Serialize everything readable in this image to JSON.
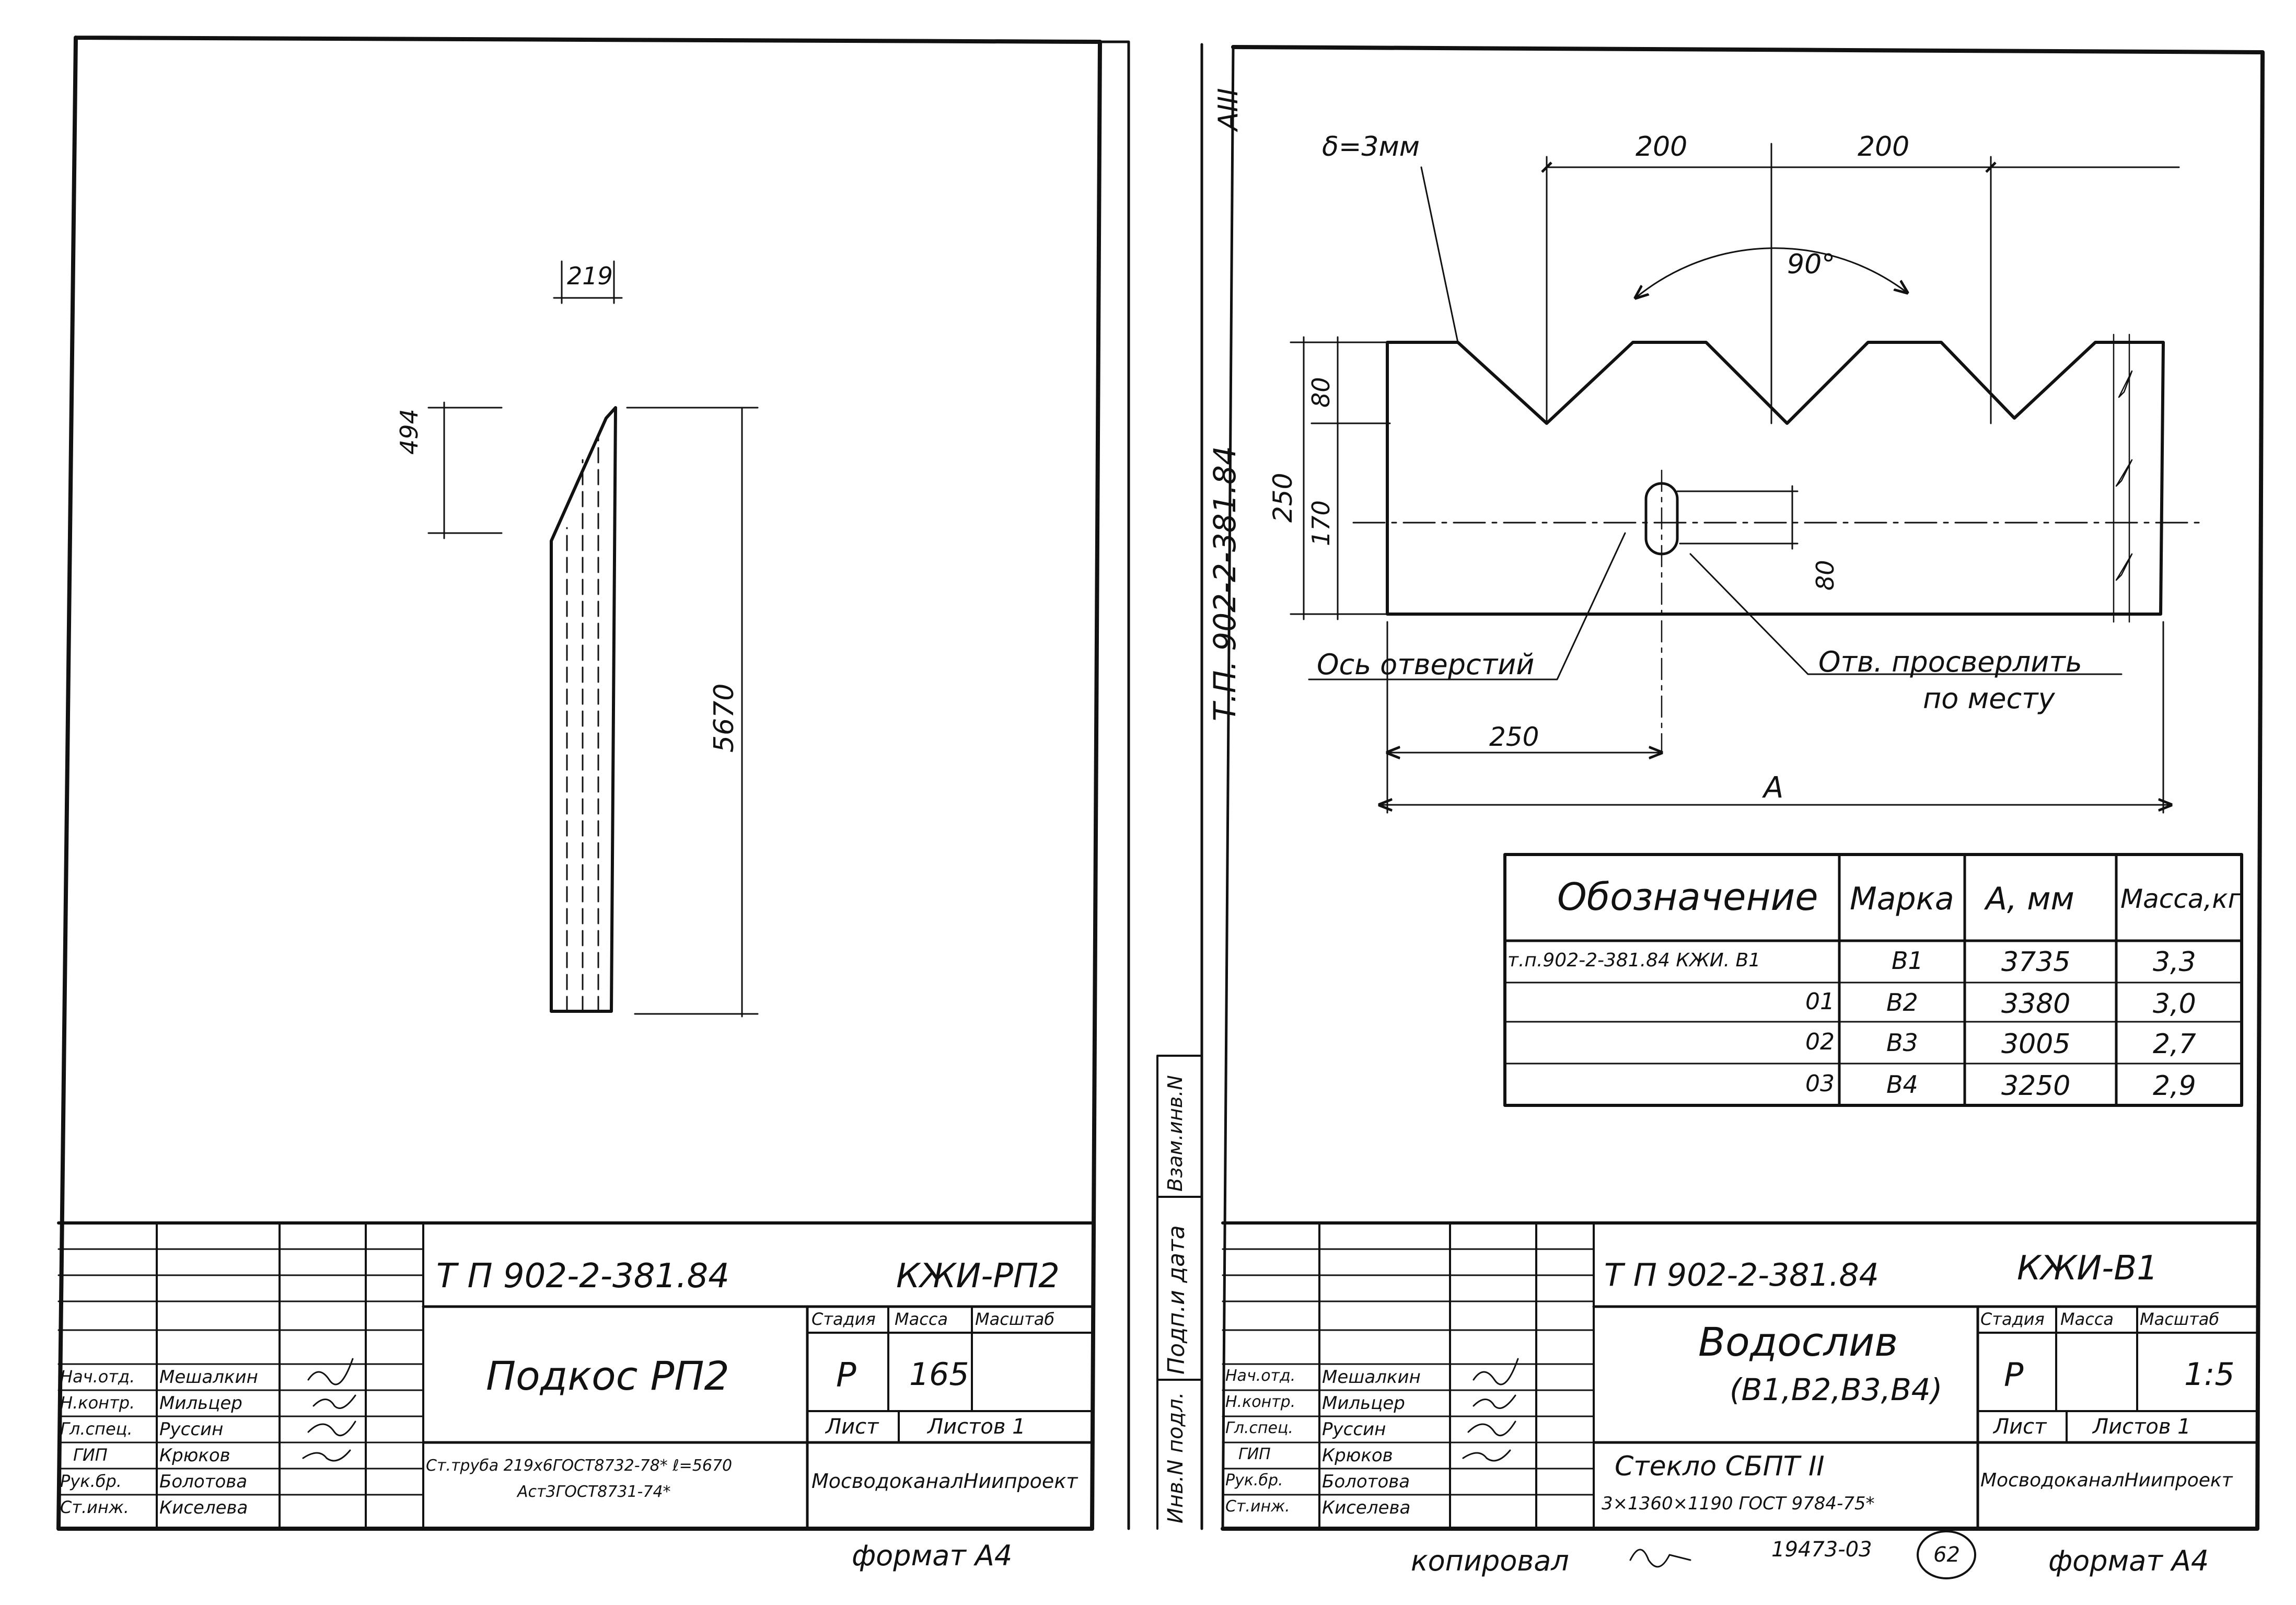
{
  "left_sheet": {
    "part_drawing": {
      "dim_diameter": "219",
      "dim_cut_height": "494",
      "dim_length": "5670"
    },
    "title_block": {
      "doc_code": "Т П 902-2-381.84",
      "mark": "КЖИ-РП2",
      "name": "Подкос РП2",
      "stage_label": "Стадия",
      "mass_label": "Масса",
      "scale_label": "Масштаб",
      "stage": "Р",
      "mass": "165",
      "scale": "",
      "sheet_label": "Лист",
      "sheets_label": "Листов 1",
      "material_line1": "Ст.труба 219х6ГОСТ8732-78* ℓ=5670",
      "material_line2": "Аст3ГОСТ8731-74*",
      "org": "МосводоканалНиипроект",
      "roles": [
        {
          "role": "Нач.отд.",
          "name": "Мешалкин"
        },
        {
          "role": "Н.контр.",
          "name": "Мильцер"
        },
        {
          "role": "Гл.спец.",
          "name": "Руссин"
        },
        {
          "role": "ГИП",
          "name": "Крюков"
        },
        {
          "role": "Рук.бр.",
          "name": "Болотова"
        },
        {
          "role": "Ст.инж.",
          "name": "Киселева"
        }
      ]
    },
    "format": "формат А4"
  },
  "binding_strip": {
    "code": "Т.П. 902-2-381.84",
    "corner": "АIII",
    "inv_orig": "Инв.N подл.",
    "sign_date": "Подп.и дата",
    "inv_repl": "Взам.инв.N"
  },
  "right_sheet": {
    "part_drawing": {
      "thickness": "δ=3мм",
      "dim_top_1": "200",
      "dim_top_2": "200",
      "angle": "90°",
      "dim_height_total": "250",
      "dim_notch": "80",
      "dim_lower": "170",
      "dim_slot": "80",
      "dim_to_hole": "250",
      "dim_length": "А",
      "note_axis": "Ось отверстий",
      "note_drill_1": "Отв. просверлить",
      "note_drill_2": "по месту"
    },
    "spec_table": {
      "headers": [
        "Обозначение",
        "Марка",
        "А, мм",
        "Масса,кг"
      ],
      "rows": [
        {
          "designation": "т.п.902-2-381.84   КЖИ. В1",
          "mark": "В1",
          "a": "3735",
          "mass": "3,3"
        },
        {
          "designation": "01",
          "mark": "В2",
          "a": "3380",
          "mass": "3,0"
        },
        {
          "designation": "02",
          "mark": "В3",
          "a": "3005",
          "mass": "2,7"
        },
        {
          "designation": "03",
          "mark": "В4",
          "a": "3250",
          "mass": "2,9"
        }
      ]
    },
    "title_block": {
      "doc_code": "Т П 902-2-381.84",
      "mark": "КЖИ-В1",
      "name_1": "Водослив",
      "name_2": "(В1,В2,В3,В4)",
      "stage_label": "Стадия",
      "mass_label": "Масса",
      "scale_label": "Масштаб",
      "stage": "Р",
      "mass": "",
      "scale": "1:5",
      "sheet_label": "Лист",
      "sheets_label": "Листов 1",
      "material_line1": "Стекло СБПТ II",
      "material_line2": "3×1360×1190 ГОСТ 9784-75*",
      "org": "МосводоканалНиипроект",
      "roles": [
        {
          "role": "Нач.отд.",
          "name": "Мешалкин"
        },
        {
          "role": "Н.контр.",
          "name": "Мильцер"
        },
        {
          "role": "Гл.спец.",
          "name": "Руссин"
        },
        {
          "role": "ГИП",
          "name": "Крюков"
        },
        {
          "role": "Рук.бр.",
          "name": "Болотова"
        },
        {
          "role": "Ст.инж.",
          "name": "Киселева"
        }
      ]
    },
    "copied": "копировал",
    "order_no": "19473-03",
    "sheet_no": "62",
    "format": "формат А4"
  }
}
